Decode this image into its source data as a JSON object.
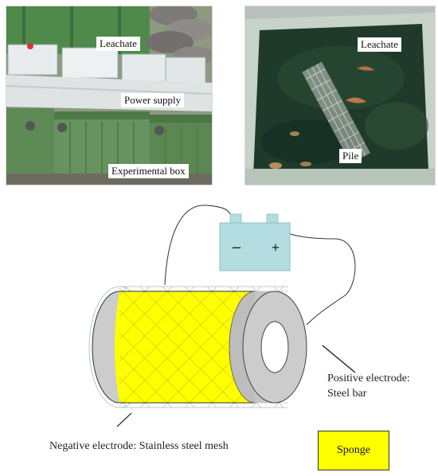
{
  "photos": {
    "left": {
      "labels": {
        "leachate": "Leachate",
        "power_supply": "Power supply",
        "experimental_box": "Experimental box"
      }
    },
    "right": {
      "labels": {
        "leachate": "Leachate",
        "pile": "Pile"
      }
    }
  },
  "diagram": {
    "battery": {
      "negative_symbol": "–",
      "positive_symbol": "+"
    },
    "positive_label_line1": "Positive electrode:",
    "positive_label_line2": "Steel bar",
    "negative_label": "Negative electrode: Stainless steel mesh"
  },
  "legend": {
    "label": "Sponge",
    "color": "#ffff00"
  },
  "colors": {
    "sponge": "#ffff00",
    "battery": "#b3dde0",
    "cylinder_end": "#cccccc",
    "bin_green": "#5e8a55",
    "leachate_water": "#1f3a2a"
  }
}
